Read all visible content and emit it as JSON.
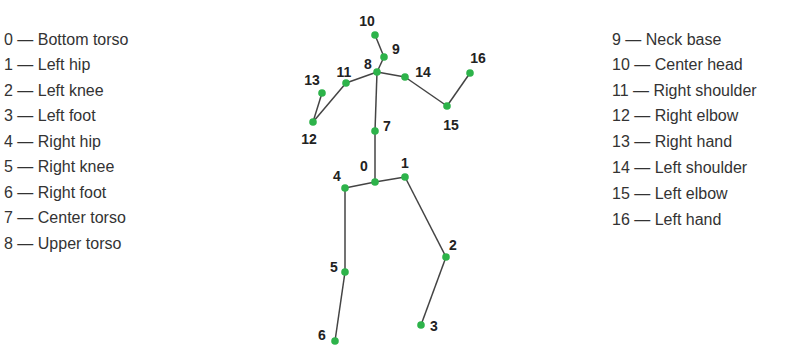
{
  "diagram": {
    "labels": [
      "0 — Bottom torso",
      "1 — Left hip",
      "2 — Left knee",
      "3 — Left foot",
      "4 — Right hip",
      "5 — Right knee",
      "6 — Right foot",
      "7 — Center torso",
      "8 — Upper torso",
      "9 — Neck base",
      "10 — Center head",
      "11 — Right shoulder",
      "12 — Right elbow",
      "13 — Right hand",
      "14 — Left shoulder",
      "15 — Left elbow",
      "16 — Left hand",
      "0",
      "1",
      "2",
      "3",
      "4",
      "5",
      "6",
      "7",
      "8",
      "9",
      "10",
      "11",
      "12",
      "13",
      "14",
      "15",
      "16"
    ]
  }
}
